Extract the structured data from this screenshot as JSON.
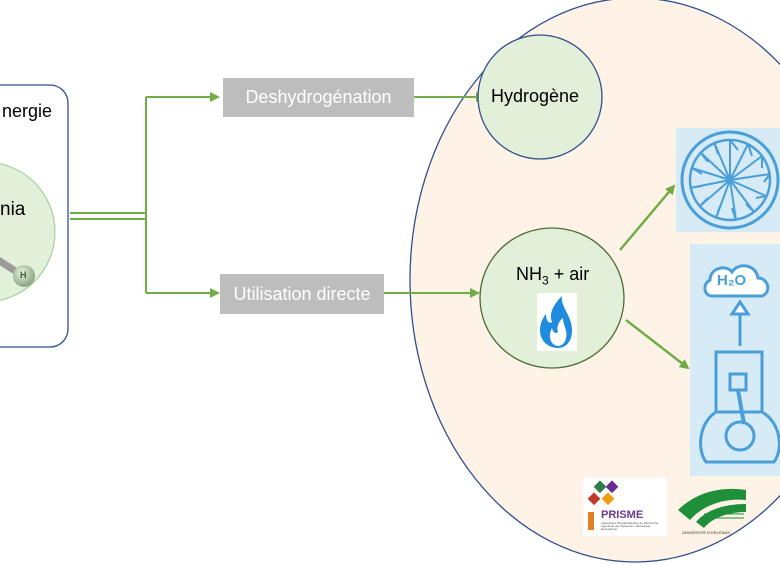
{
  "left_panel": {
    "title_fragment": "nergie",
    "molecule_label_fragment": "nia",
    "atom_label": "H"
  },
  "pathways": {
    "dehydrogenation": "Deshydrogénation",
    "direct_use": "Utilisation directe"
  },
  "nodes": {
    "hydrogen": "Hydrogène",
    "ammonia_air": {
      "prefix": "NH",
      "subscript": "3",
      "suffix": " + air"
    }
  },
  "icons": {
    "turbine": "turbine-icon",
    "flame": "flame-icon",
    "engine": "piston-engine-icon",
    "water_cloud": "h2o-cloud-icon",
    "water_label": "H₂O"
  },
  "logos": {
    "prisme": "PRISME",
    "prisme_subtitle": "Laboratoire Pluridisciplinaire de Recherche Ingénierie des Systèmes, Mécanique, Énergétique",
    "orleans": "UNIVERSITÉ D'ORLÉANS"
  },
  "colors": {
    "arrow_green": "#70ad47",
    "box_gray": "#bdbdbd",
    "node_fill": "#e2efd9",
    "region_fill": "#fef3e6",
    "outline_blue": "#2f4f8f",
    "icon_blue": "#4a9fd8",
    "icon_bg": "#d6ebf5"
  }
}
